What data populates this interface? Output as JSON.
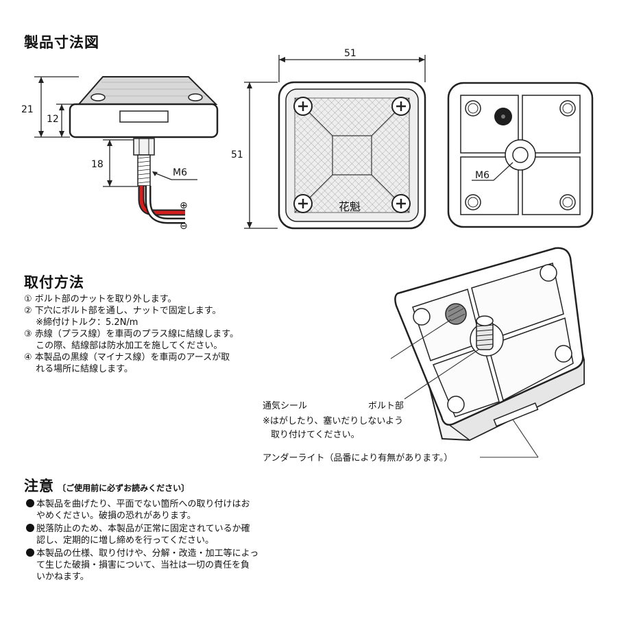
{
  "dimensions_section": {
    "title": "製品寸法図",
    "side_view": {
      "height_total": "21",
      "height_body": "12",
      "bolt_length": "18",
      "bolt_label": "M6",
      "plus_symbol": "⊕",
      "minus_symbol": "⊖"
    },
    "front_view": {
      "width": "51",
      "height": "51",
      "logo": "花魁"
    },
    "back_view": {
      "bolt_label": "M6"
    }
  },
  "install_section": {
    "title": "取付方法",
    "steps": [
      "① ボルト部のナットを取り外します。",
      "② 下穴にボルト部を通し、ナットで固定します。",
      "　 ※締付けトルク：5.2N/m",
      "③ 赤線（プラス線）を車両のプラス線に結線します。",
      "　 この際、結線部は防水加工を施してください。",
      "④ 本製品の黒線（マイナス線）を車両のアースが取",
      "　 れる場所に結線します。"
    ],
    "callouts": {
      "seal": "通気シール",
      "bolt": "ボルト部",
      "seal_note_1": "※はがしたり、塞いだりしないよう",
      "seal_note_2": "取り付けてください。",
      "underlight": "アンダーライト（品番により有無があります。）"
    }
  },
  "caution_section": {
    "title": "注意",
    "subtitle": "〔ご使用前に必ずお読みください〕",
    "items": [
      {
        "line1": "本製品を曲げたり、平面でない箇所への取り付けはお",
        "line2": "やめください。破損の恐れがあります。"
      },
      {
        "line1": "脱落防止のため、本製品が正常に固定されているか確",
        "line2": "認し、定期的に増し締めを行ってください。"
      },
      {
        "line1": "本製品の仕様、取り付けや、分解・改造・加工等によっ",
        "line2": "て生じた破損・損害について、当社は一切の責任を負",
        "line3": "いかねます。"
      }
    ]
  },
  "colors": {
    "line": "#222222",
    "red_wire": "#d11f1f",
    "lens_grey": "#d7d7d7"
  }
}
